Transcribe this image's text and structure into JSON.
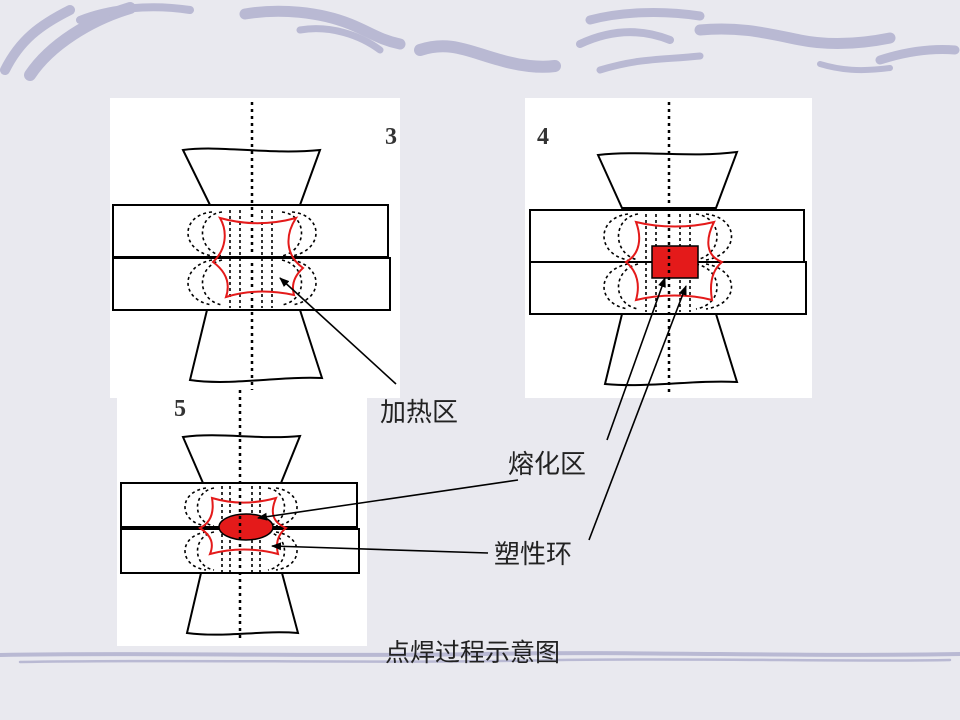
{
  "colors": {
    "background": "#e9e9ef",
    "stroke": "#000000",
    "heat_zone": "#e41a1a",
    "nugget": "#e41a1a",
    "banner_stroke": "#b9b9d3"
  },
  "diagram": {
    "stages": [
      {
        "number": "3"
      },
      {
        "number": "4"
      },
      {
        "number": "5"
      }
    ],
    "labels": {
      "heating_zone": "加热区",
      "melting_zone": "熔化区",
      "plastic_ring": "塑性环"
    },
    "caption": "点焊过程示意图"
  }
}
